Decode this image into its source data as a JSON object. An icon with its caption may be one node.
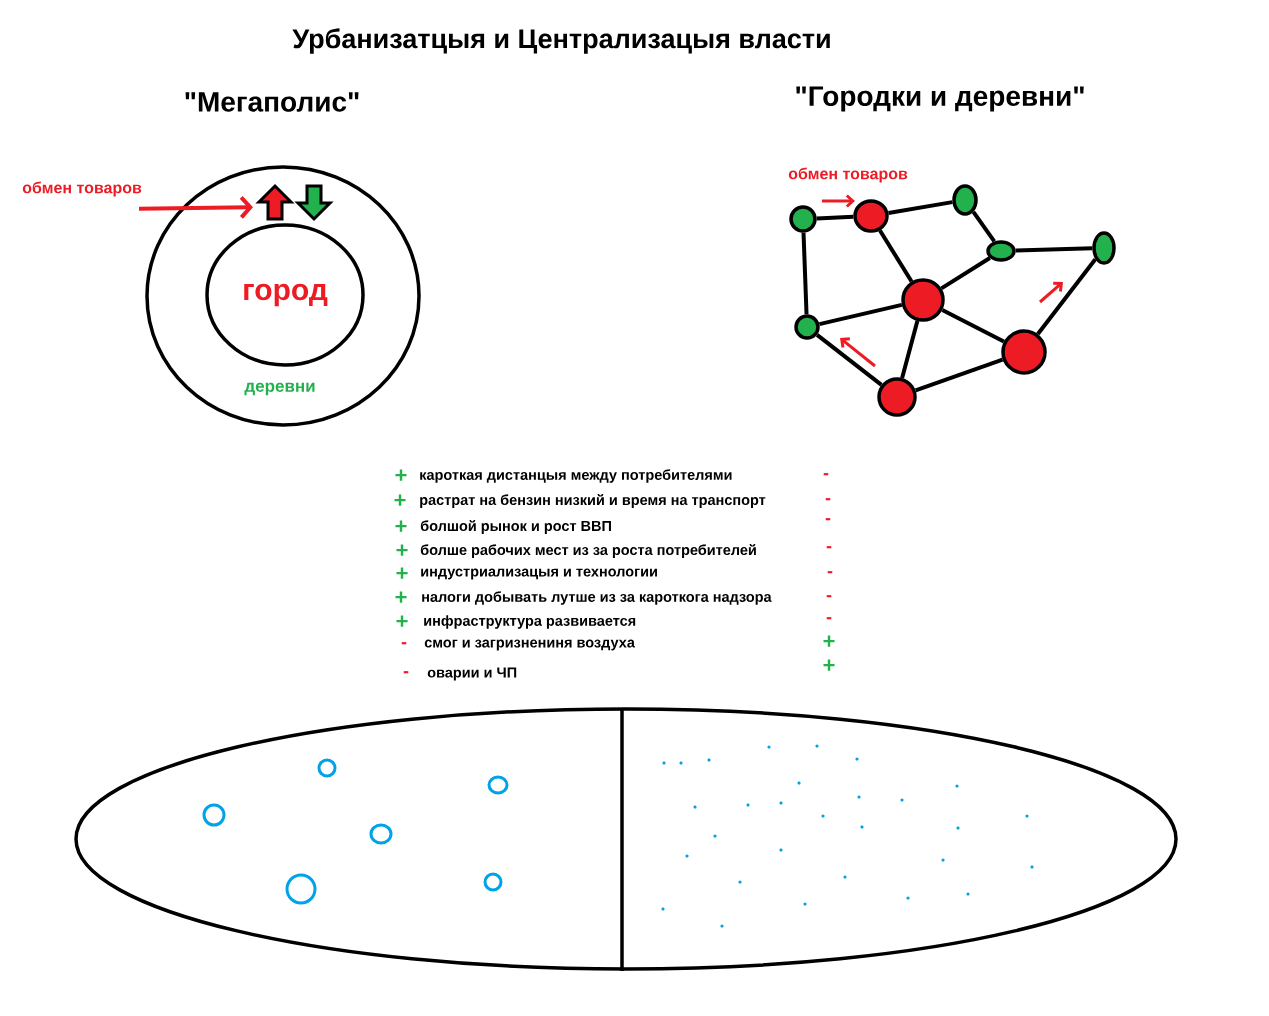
{
  "diagram": {
    "title": "Урбанизатцыя и Централизацыя власти",
    "nodes": [
      {
        "text": [
          "деревни"
        ]
      },
      {
        "text": [
          "город"
        ],
        "in": 0
      },
      {
        "text": [
          "обмен товаров"
        ]
      },
      {
        "text": [],
        "shape": "circle"
      },
      {
        "text": [],
        "shape": "circle"
      },
      {
        "text": [],
        "shape": "circle"
      },
      {
        "text": [],
        "shape": "circle"
      },
      {
        "text": [],
        "shape": "circle"
      },
      {
        "text": [],
        "shape": "circle"
      },
      {
        "text": [],
        "shape": "circle"
      },
      {
        "text": [],
        "shape": "circle"
      },
      {
        "text": [],
        "shape": "circle"
      }
    ],
    "edges": [
      {
        "from": 2,
        "to": 1,
        "arrow": "to",
        "color": "#ed1c24"
      },
      {
        "from": 5,
        "to": 4,
        "arrow": "none"
      },
      {
        "from": 4,
        "to": 3,
        "arrow": "none"
      },
      {
        "from": 3,
        "to": 7,
        "arrow": "none"
      },
      {
        "from": 7,
        "to": 6,
        "arrow": "none"
      },
      {
        "from": 4,
        "to": 8,
        "arrow": "none"
      },
      {
        "from": 7,
        "to": 8,
        "arrow": "none"
      },
      {
        "from": 5,
        "to": 9,
        "arrow": "none"
      },
      {
        "from": 9,
        "to": 8,
        "arrow": "none"
      },
      {
        "from": 8,
        "to": 10,
        "arrow": "none"
      },
      {
        "from": 8,
        "to": 11,
        "arrow": "none"
      },
      {
        "from": 9,
        "to": 11,
        "arrow": "none"
      },
      {
        "from": 11,
        "to": 10,
        "arrow": "none"
      },
      {
        "from": 10,
        "to": 6,
        "arrow": "none"
      }
    ],
    "labels": [
      "\"Мегаполис\"",
      "\"Городки и деревни\"",
      "обмен товаров",
      "+",
      "кароткая дистанцыя между потребителями",
      "-",
      "+",
      "растрат на бензин низкий и время на транспорт",
      "-",
      "+",
      "болшой рынок и рост ВВП",
      "-",
      "+",
      "болше рабочих мест из за роста потребителей",
      "-",
      "+",
      "индустриализацыя и технологии",
      "-",
      "+",
      "налоги добывать лутше из за кароткога надзора",
      "-",
      "+",
      "инфраструктура развивается",
      "-",
      "-",
      "смог и загризнениня воздуха",
      "+",
      "-",
      "оварии и ЧП",
      "+"
    ]
  }
}
